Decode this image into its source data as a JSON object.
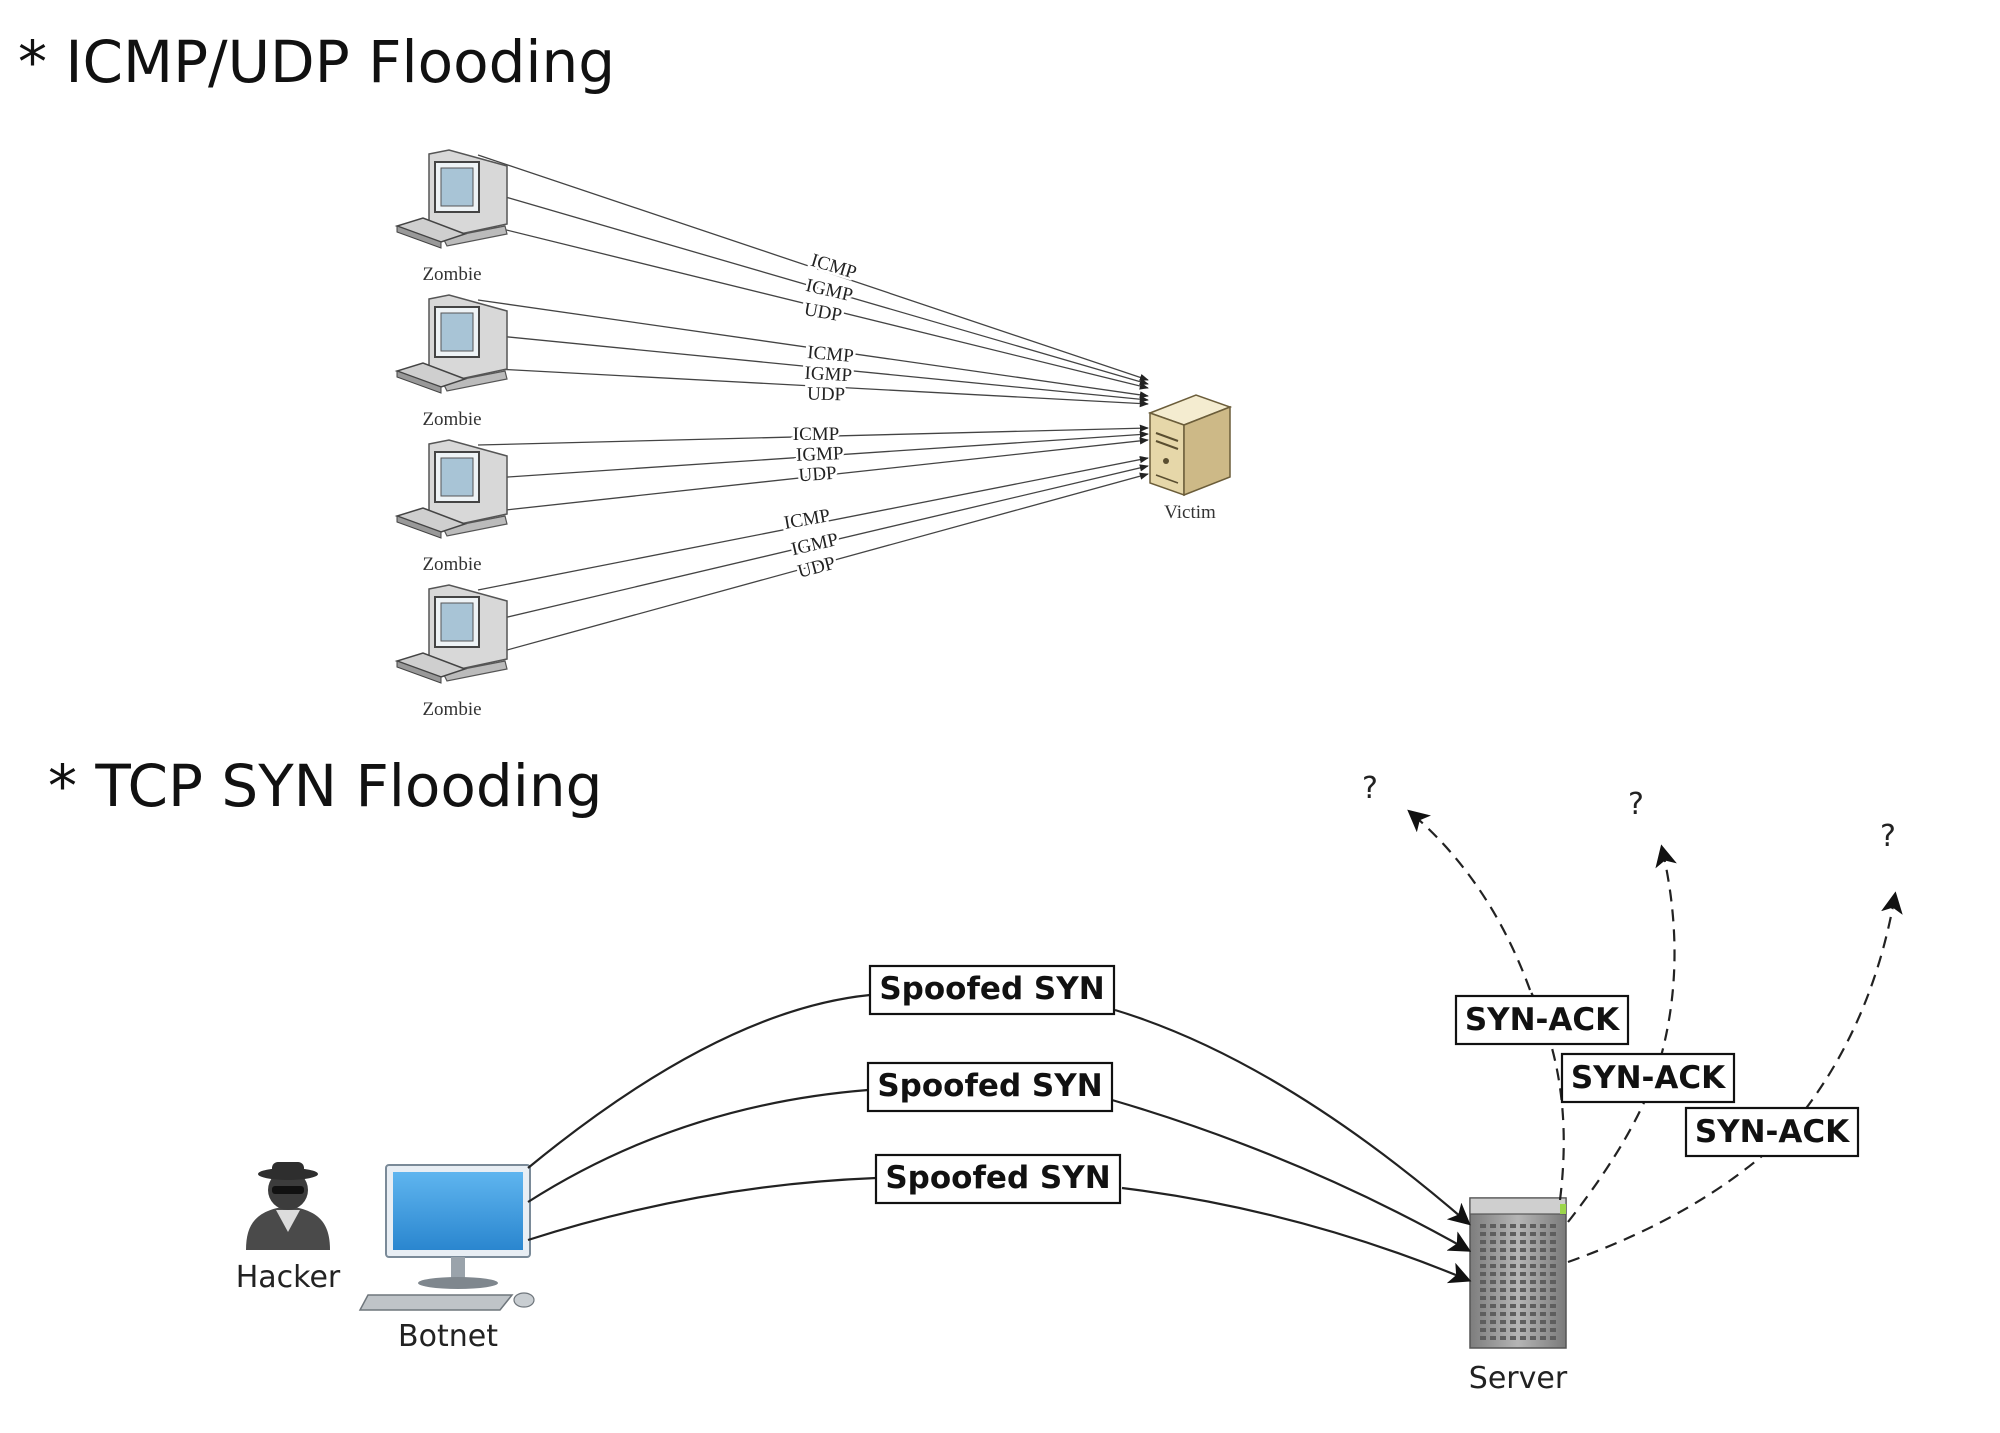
{
  "section_udp": {
    "title": "* ICMP/UDP Flooding",
    "zombie_label": "Zombie",
    "victim_label": "Victim",
    "zombies": [
      {
        "protocols": [
          "ICMP",
          "IGMP",
          "UDP"
        ]
      },
      {
        "protocols": [
          "ICMP",
          "IGMP",
          "UDP"
        ]
      },
      {
        "protocols": [
          "ICMP",
          "IGMP",
          "UDP"
        ]
      },
      {
        "protocols": [
          "ICMP",
          "IGMP",
          "UDP"
        ]
      }
    ]
  },
  "section_syn": {
    "title": "* TCP SYN Flooding",
    "hacker_label": "Hacker",
    "botnet_label": "Botnet",
    "server_label": "Server",
    "syn_labels": [
      "Spoofed SYN",
      "Spoofed SYN",
      "Spoofed SYN"
    ],
    "synack_labels": [
      "SYN-ACK",
      "SYN-ACK",
      "SYN-ACK"
    ],
    "unknown_labels": [
      "?",
      "?",
      "?"
    ]
  },
  "colors": {
    "line": "#333333",
    "monitor_blue": "#3d9be0",
    "server_gray": "#9a9a9a",
    "victim_beige": "#e9dcb4"
  }
}
